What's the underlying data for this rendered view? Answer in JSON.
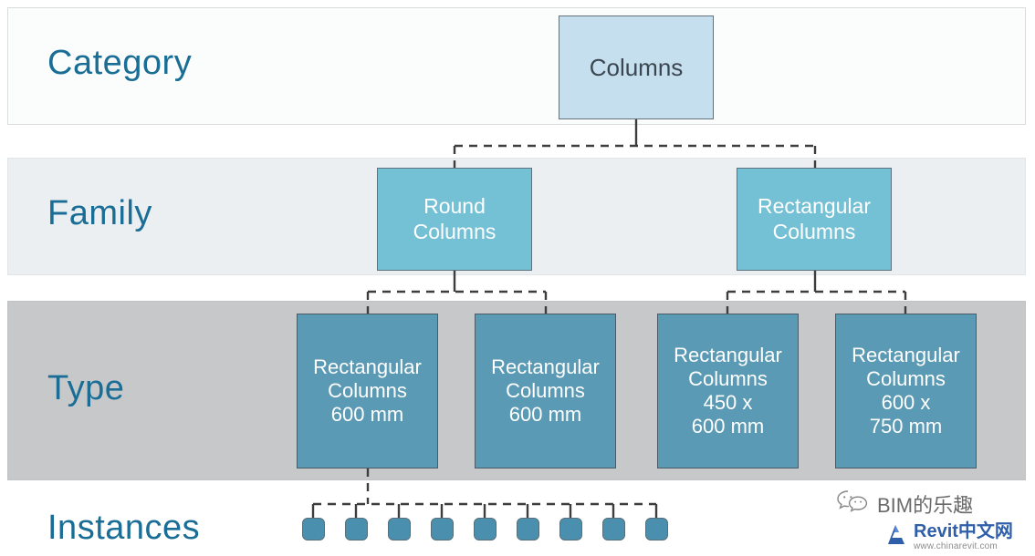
{
  "diagram": {
    "title": "Revit Category / Family / Type / Instance hierarchy",
    "colors": {
      "label_text": "#1a6e96",
      "category_box": "#c6dfef",
      "family_box": "#74c0d4",
      "type_box": "#5b9ab4",
      "instance_box": "#4a8fae",
      "band_category": "#fbfcfc",
      "band_family": "#eceff1",
      "band_type": "#c6c8ca",
      "band_instances": "#ffffff",
      "connector": "#3d3d3d"
    }
  },
  "rows": {
    "category": {
      "label": "Category"
    },
    "family": {
      "label": "Family"
    },
    "type": {
      "label": "Type"
    },
    "instances": {
      "label": "Instances"
    }
  },
  "category_node": {
    "label": "Columns"
  },
  "family_nodes": [
    {
      "label": "Round\nColumns"
    },
    {
      "label": "Rectangular\nColumns"
    }
  ],
  "type_nodes": [
    {
      "label": "Rectangular\nColumns\n600 mm"
    },
    {
      "label": "Rectangular\nColumns\n600 mm"
    },
    {
      "label": "Rectangular\nColumns\n450 x\n600 mm"
    },
    {
      "label": "Rectangular\nColumns\n600 x\n750 mm"
    }
  ],
  "instance_nodes": [
    {
      "label": ""
    },
    {
      "label": ""
    },
    {
      "label": ""
    },
    {
      "label": ""
    },
    {
      "label": ""
    },
    {
      "label": ""
    },
    {
      "label": ""
    },
    {
      "label": ""
    },
    {
      "label": ""
    }
  ],
  "watermarks": {
    "wechat": {
      "icon": "wechat-icon",
      "text": "BIM的乐趣"
    },
    "revit": {
      "icon": "revit-logo-icon",
      "title": "Revit中文网",
      "url": "www.chinarevit.com"
    }
  }
}
